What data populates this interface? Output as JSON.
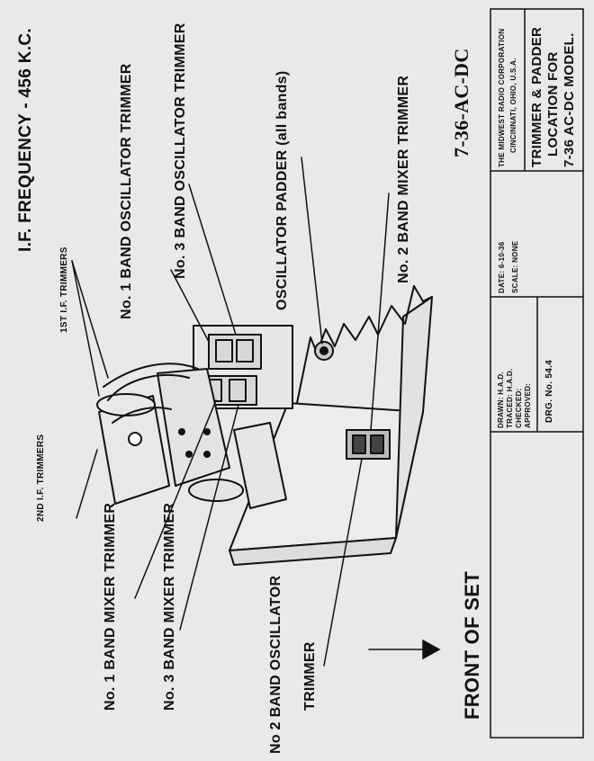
{
  "labels": {
    "if_frequency": "I.F. FREQUENCY - 456 K.C.",
    "first_if": "1ST I.F. TRIMMERS",
    "second_if": "2ND I.F. TRIMMERS",
    "band1_osc": "No. 1 BAND OSCILLATOR TRIMMER",
    "band3_osc": "No. 3 BAND OSCILLATOR TRIMMER",
    "osc_padder": "OSCILLATOR PADDER (all bands)",
    "band2_mixer": "No. 2 BAND MIXER TRIMMER",
    "band1_mixer": "No. 1 BAND MIXER TRIMMER",
    "band3_mixer": "No. 3 BAND MIXER TRIMMER",
    "band2_osc_line1": "No 2 BAND OSCILLATOR",
    "band2_osc_line2": "TRIMMER",
    "front_of_set": "FRONT OF SET",
    "model_code": "7-36-AC-DC"
  },
  "title_block": {
    "company": "THE MIDWEST RADIO CORPORATION",
    "city": "CINCINNATI, OHIO, U.S.A.",
    "title_line1": "TRIMMER & PADDER",
    "title_line2": "LOCATION FOR",
    "title_line3": "7-36 AC-DC MODEL.",
    "date": "DATE: 6-10-36",
    "scale": "SCALE: NONE",
    "drawn": "DRAWN: H.A.D.",
    "traced": "TRACED: H.A.D.",
    "checked": "CHECKED:",
    "approved": "APPROVED:",
    "drawing_no": "DRG. No. 54.4"
  }
}
